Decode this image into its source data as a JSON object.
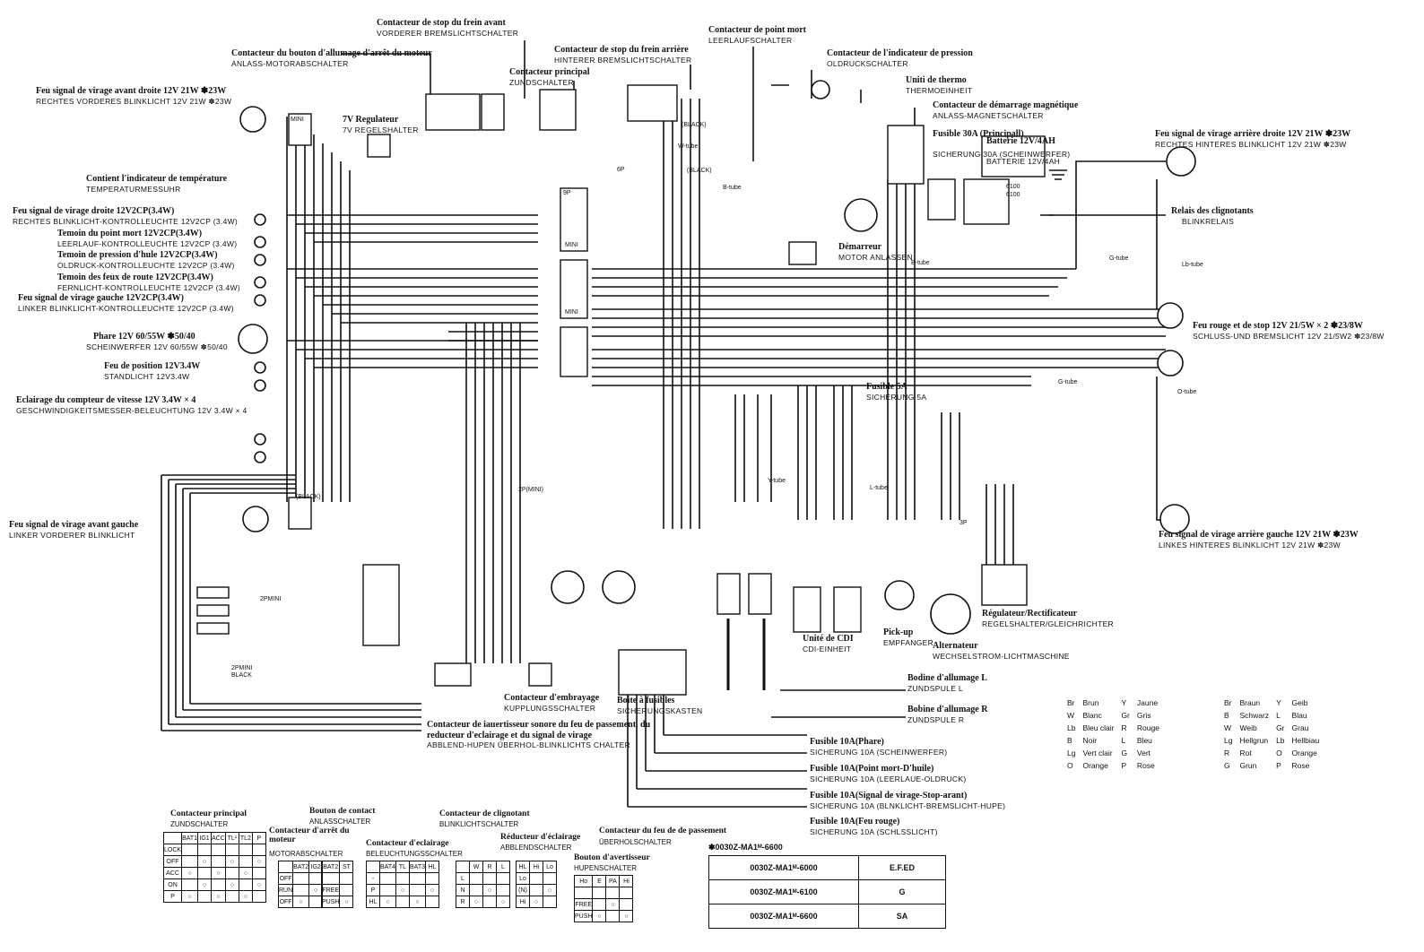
{
  "components": {
    "front_brake": {
      "fr": "Contacteur de stop du frein avant",
      "de": "VORDERER BREMSLICHTSCHALTER"
    },
    "engine_stop": {
      "fr": "Contacteur du bouton d'allumage d'arrêt du moteur",
      "de": "ANLASS-MOTORABSCHALTER"
    },
    "rear_brake": {
      "fr": "Contacteur de stop du frein arrière",
      "de": "HINTERER BREMSLICHTSCHALTER"
    },
    "main_switch": {
      "fr": "Contacteur principal",
      "de": "ZUNDSCHALTER"
    },
    "neutral": {
      "fr": "Contacteur de point mort",
      "de": "LEERLAUFSCHALTER"
    },
    "oil_pressure": {
      "fr": "Contacteur de l'indicateur de pression",
      "de": "OLDRUCKSCHALTER"
    },
    "thermo": {
      "fr": "Uniti de thermo",
      "de": "THERMOEINHEIT"
    },
    "starter_relay": {
      "fr": "Contacteur de démarrage magnétique",
      "de": "ANLASS-MAGNETSCHALTER"
    },
    "fr_turn": {
      "fr": "Feu signal de virage avant droite 12V 21W  ✽23W",
      "de": "RECHTES VORDERES BLINKLICHT 12V 21W ✽23W"
    },
    "regulator_7v": {
      "fr": "7V Regulateur",
      "de": "7V REGELSHALTER"
    },
    "temp_gauge": {
      "fr": "Contient l'indicateur de température",
      "de": "TEMPERATURMESSUHR"
    },
    "r_turn_ind": {
      "fr": "Feu signal de virage droite 12V2CP(3.4W)",
      "de": "RECHTES BLINKLICHT-KONTROLLEUCHTE 12V2CP (3.4W)"
    },
    "neutral_ind": {
      "fr": "Temoin du point mort 12V2CP(3.4W)",
      "de": "LEERLAUF-KONTROLLEUCHTE 12V2CP (3.4W)"
    },
    "oil_ind": {
      "fr": "Temoin de pression d'hule 12V2CP(3.4W)",
      "de": "OLDRUCK-KONTROLLEUCHTE 12V2CP (3.4W)"
    },
    "high_ind": {
      "fr": "Temoin des feux de route 12V2CP(3.4W)",
      "de": "FERNLICHT-KONTROLLEUCHTE 12V2CP (3.4W)"
    },
    "l_turn_ind": {
      "fr": "Feu signal de virage gauche 12V2CP(3.4W)",
      "de": "LINKER BLINKLICHT-KONTROLLEUCHTE 12V2CP (3.4W)"
    },
    "headlight": {
      "fr": "Phare 12V 60/55W ✽50/40",
      "de": "SCHEINWERFER 12V 60/55W ✽50/40"
    },
    "position": {
      "fr": "Feu de position 12V3.4W",
      "de": "STANDLICHT 12V3.4W"
    },
    "speedo": {
      "fr": "Eclairage du compteur de vitesse 12V 3.4W × 4",
      "de": "GESCHWINDIGKEITSMESSER-BELEUCHTUNG 12V 3.4W × 4"
    },
    "fl_turn": {
      "fr": "Feu signal de virage avant gauche",
      "de": "LINKER VORDERER BLINKLICHT"
    },
    "fuse30": {
      "fr": "Fusible 30A (Principall)",
      "de": "SICHERUNG 30A (SCHEINWERFER)"
    },
    "battery": {
      "fr": "Batterie 12V/4AH",
      "de": "BATTERIE 12V/4AH"
    },
    "starter_motor": {
      "fr": "Démarreur",
      "de": "MOTOR ANLASSEN"
    },
    "rr_turn": {
      "fr": "Feu signal de virage arrière droite 12V 21W ✽23W",
      "de": "RECHTES HINTERES BLINKLICHT 12V 21W ✽23W"
    },
    "flasher": {
      "fr": "Relais des clignotants",
      "de": "BLINKRELAIS"
    },
    "tail": {
      "fr": "Feu rouge et de stop 12V 21/5W × 2 ✽23/8W",
      "de": "SCHLUSS-UND BREMSLICHT 12V 21/5W2 ✽23/8W"
    },
    "fuse5": {
      "fr": "Fusible 5A",
      "de": "SICHERUNG 5A"
    },
    "cdi": {
      "fr": "Unité de CDI",
      "de": "CDI-EINHEIT"
    },
    "pickup": {
      "fr": "Pick-up",
      "de": "EMPFANGER"
    },
    "alternator": {
      "fr": "Alternateur",
      "de": "WECHSELSTROM-LICHTMASCHINE"
    },
    "rectifier": {
      "fr": "Régulateur/Rectificateur",
      "de": "REGELSHALTER/GLEICHRICHTER"
    },
    "rl_turn": {
      "fr": "Feu signal de virage arrière gauche 12V 21W ✽23W",
      "de": "LINKES HINTERES BLINKLICHT 12V 21W ✽23W"
    },
    "coil_l": {
      "fr": "Bodine d'allumage L",
      "de": "ZUNDSPULE L"
    },
    "coil_r": {
      "fr": "Bobine d'allumage R",
      "de": "ZUNDSPULE R"
    },
    "clutch": {
      "fr": "Contacteur d'embrayage",
      "de": "KUPPLUNGSSCHALTER"
    },
    "fusebox": {
      "fr": "Boite à fusibles",
      "de": "SICHERUNGSKASTEN"
    },
    "handlebar": {
      "fr": "Contacteur de iauertisseur sonore du feu de passement. du reducteur d'eclairage et du signal de virage",
      "de": "ABBLEND-HUPEN ÜBERHOL-BLINKLICHTS CHALTER"
    },
    "fuse_phare": {
      "fr": "Fusible 10A(Phare)",
      "de": "SICHERUNG 10A (SCHEINWERFER)"
    },
    "fuse_neutral": {
      "fr": "Fusible 10A(Point mort-D'huile)",
      "de": "SICHERUNG 10A (LEERLAUE-OLDRUCK)"
    },
    "fuse_signal": {
      "fr": "Fusible 10A(Signal de virage-Stop-arant)",
      "de": "SICHERUNG 10A (BLNKLICHT-BREMSLICHT-HUPE)"
    },
    "fuse_rouge": {
      "fr": "Fusible 10A(Feu rouge)",
      "de": "SICHERUNG 10A (SCHLSSLICHT)"
    }
  },
  "extra_labels": {
    "mini": "MINI",
    "black": "(BLACK)",
    "wtube": "W-tube",
    "btube": "B-tube",
    "gtube": "G-tube",
    "lbtube": "Lb-tube",
    "otube": "O-tube",
    "ltube": "L-tube",
    "ytube": "Y-tube",
    "p6100": "6100",
    "p6100b": "6100",
    "p3P": "3P",
    "p6P": "6P",
    "p9P": "9P",
    "twoP_mini": "2P(MINI)",
    "twoP_black": "2PMINI BLACK",
    "twoPmini": "2PMINI"
  },
  "color_legend": [
    {
      "code": "Br",
      "fr": "Brun",
      "code2": "Y",
      "fr2": "Jaune",
      "de_code": "Br",
      "de": "Braun",
      "de_code2": "Y",
      "de2": "Geib"
    },
    {
      "code": "W",
      "fr": "Blanc",
      "code2": "Gr",
      "fr2": "Gris",
      "de_code": "B",
      "de": "Schwarz",
      "de_code2": "L",
      "de2": "Blau"
    },
    {
      "code": "Lb",
      "fr": "Bleu clair",
      "code2": "R",
      "fr2": "Rouge",
      "de_code": "W",
      "de": "Weib",
      "de_code2": "Gr",
      "de2": "Grau"
    },
    {
      "code": "B",
      "fr": "Noir",
      "code2": "L",
      "fr2": "Bleu",
      "de_code": "Lg",
      "de": "Hellgrun",
      "de_code2": "Lb",
      "de2": "Hellbiau"
    },
    {
      "code": "Lg",
      "fr": "Vert clair",
      "code2": "G",
      "fr2": "Vert",
      "de_code": "R",
      "de": "Rot",
      "de_code2": "O",
      "de2": "Orange"
    },
    {
      "code": "O",
      "fr": "Orange",
      "code2": "P",
      "fr2": "Rose",
      "de_code": "G",
      "de": "Grun",
      "de_code2": "P",
      "de2": "Rose"
    }
  ],
  "model_table": {
    "header": "✽0030Z-MA1ᴹ-6600",
    "rows": [
      {
        "code": "0030Z-MA1ᴹ-6000",
        "region": "E.F.ED"
      },
      {
        "code": "0030Z-MA1ᴹ-6100",
        "region": "G"
      },
      {
        "code": "0030Z-MA1ᴹ-6600",
        "region": "SA"
      }
    ]
  },
  "switch_tables": {
    "main": {
      "fr": "Contacteur principal",
      "de": "ZUNDSCHALTER",
      "cols": [
        "",
        "BAT1",
        "IG1",
        "ACC",
        "TL¹",
        "TL2",
        "P"
      ],
      "rows": [
        "LOCK",
        "OFF",
        "ACC",
        "ON",
        "P"
      ]
    },
    "button": {
      "fr": "Bouton de contact",
      "de": "ANLASSCHALTER"
    },
    "stop": {
      "fr": "Contacteur d'arrêt du moteur",
      "de": "MOTORABSCHALTER",
      "cols": [
        "",
        "BAT2",
        "IG2"
      ],
      "rows": [
        "OFF",
        "RUN",
        "OFF"
      ]
    },
    "start": {
      "cols": [
        "BAT2",
        "ST"
      ],
      "rows": [
        "",
        "FREE",
        "PUSH"
      ]
    },
    "lighting": {
      "fr": "Contacteur d'eclairage",
      "de": "BELEUCHTUNGSSCHALTER",
      "cols": [
        "",
        "BAT4",
        "TL",
        "BAT3",
        "HL"
      ],
      "rows": [
        "-",
        "P",
        "HL"
      ]
    },
    "winker": {
      "fr": "Contacteur de clignotant",
      "de": "BLINKLICHTSCHALTER",
      "cols": [
        "",
        "W",
        "R",
        "L"
      ],
      "rows": [
        "L",
        "N",
        "R"
      ]
    },
    "dimmer": {
      "fr": "Réducteur d'éclairage",
      "de": "ABBLENDSCHALTER",
      "cols": [
        "HL",
        "Hi",
        "Lo"
      ],
      "rows": [
        "Lo",
        "(N)",
        "Hi"
      ]
    },
    "passing": {
      "fr": "Contacteur du feu de de passement",
      "de": "ÜBERHOLSCHALTER"
    },
    "horn": {
      "fr": "Bouton d'avertisseur",
      "de": "HUPENSCHALTER",
      "cols": [
        "Ho",
        "E",
        "PA",
        "Hi"
      ],
      "rows": [
        "",
        "FREE",
        "PUSH"
      ]
    }
  }
}
